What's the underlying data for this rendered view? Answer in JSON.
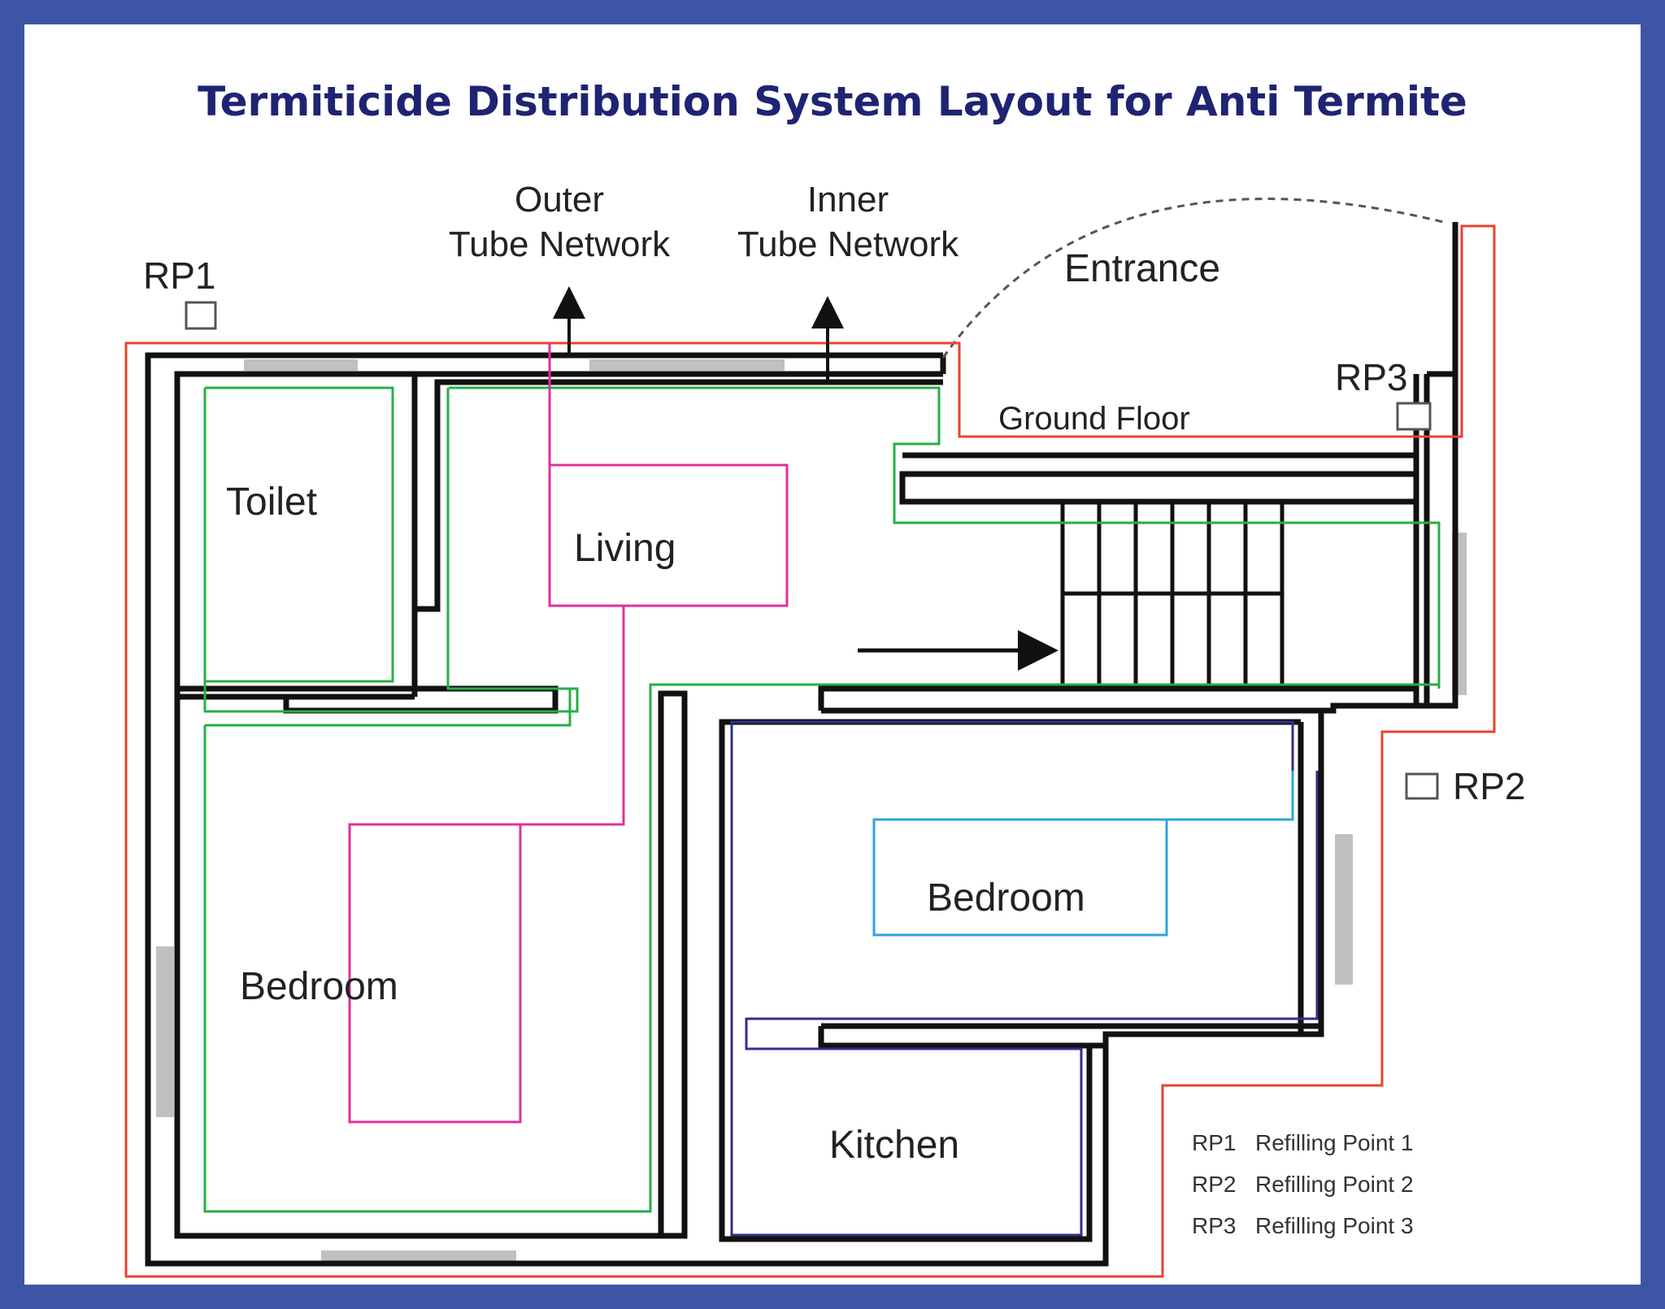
{
  "title": "Termiticide Distribution System Layout for Anti Termite",
  "labels": {
    "outer_tube_line1": "Outer",
    "outer_tube_line2": "Tube Network",
    "inner_tube_line1": "Inner",
    "inner_tube_line2": "Tube Network",
    "entrance": "Entrance",
    "ground_floor": "Ground Floor",
    "rp1": "RP1",
    "rp2": "RP2",
    "rp3": "RP3"
  },
  "rooms": {
    "toilet": "Toilet",
    "living": "Living",
    "bedroom_left": "Bedroom",
    "bedroom_right": "Bedroom",
    "kitchen": "Kitchen"
  },
  "legend": [
    {
      "code": "RP1",
      "text": "Refilling Point 1"
    },
    {
      "code": "RP2",
      "text": "Refilling Point 2"
    },
    {
      "code": "RP3",
      "text": "Refilling Point 3"
    }
  ],
  "colors": {
    "frame": "#3c55a5",
    "title": "#1e2472",
    "outer_network": "#e8432e",
    "green_network": "#27ae48",
    "pink_network": "#e0309a",
    "navy_network": "#2f2f8f",
    "light_blue_network": "#2fa3df",
    "wall": "#111111",
    "opening": "#c0c0c0"
  }
}
